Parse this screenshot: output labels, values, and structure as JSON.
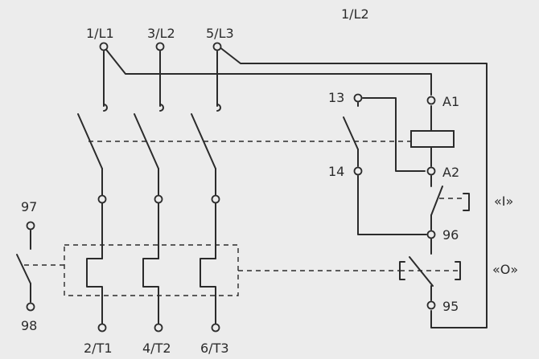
{
  "labels": {
    "l1": "1/L1",
    "l2": "3/L2",
    "l3": "5/L3",
    "coil_supply": "1/L2",
    "t1": "2/T1",
    "t2": "4/T2",
    "t3": "6/T3",
    "aux_13": "13",
    "aux_14": "14",
    "coil_a1": "A1",
    "coil_a2": "A2",
    "contact_97": "97",
    "contact_98": "98",
    "contact_96": "96",
    "contact_95": "95",
    "button_on": "«I»",
    "button_off": "«O»"
  },
  "colors": {
    "line": "#2b2b2b",
    "background": "#ececec"
  }
}
